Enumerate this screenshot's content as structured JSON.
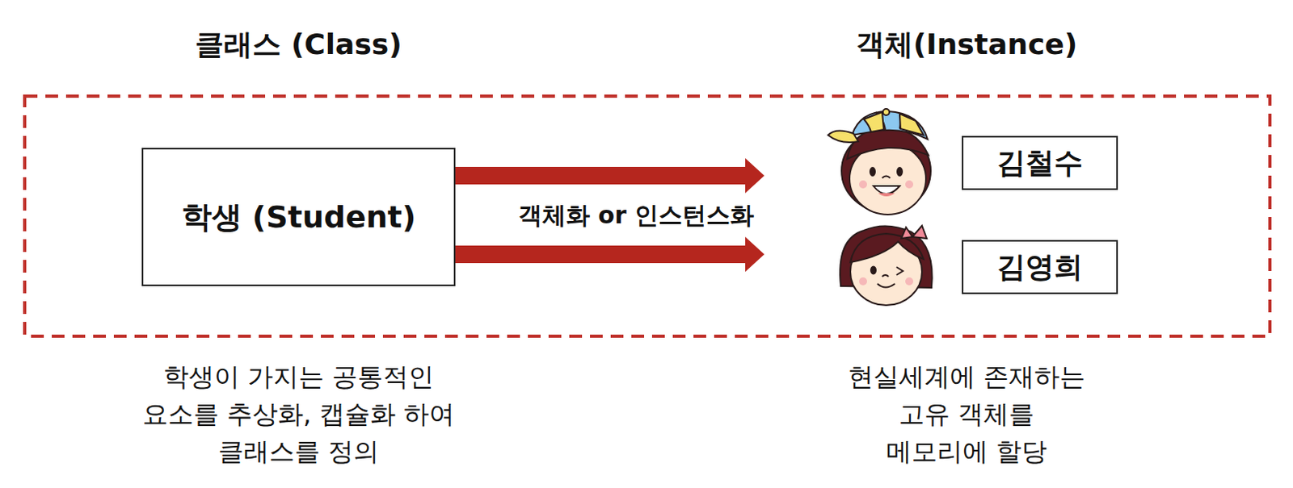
{
  "diagram": {
    "nodes": [
      {
        "text": [
          "학생 (Student)"
        ]
      },
      {
        "text": [
          "김철수"
        ]
      },
      {
        "text": [
          "김영희"
        ]
      }
    ],
    "edges": [
      {
        "from": 0,
        "to": 1,
        "arrow": "to"
      },
      {
        "from": 0,
        "to": 2,
        "arrow": "to"
      }
    ],
    "labels": [
      "클래스 (Class)",
      "객체(Instance)",
      "객체화 or 인스턴스화",
      "학생이 가지는 공통적인 요소를 추상화, 캡슐화 하여 클래스를 정의",
      "현실세계에 존재하는 고유 객체를 메모리에 할당"
    ]
  }
}
